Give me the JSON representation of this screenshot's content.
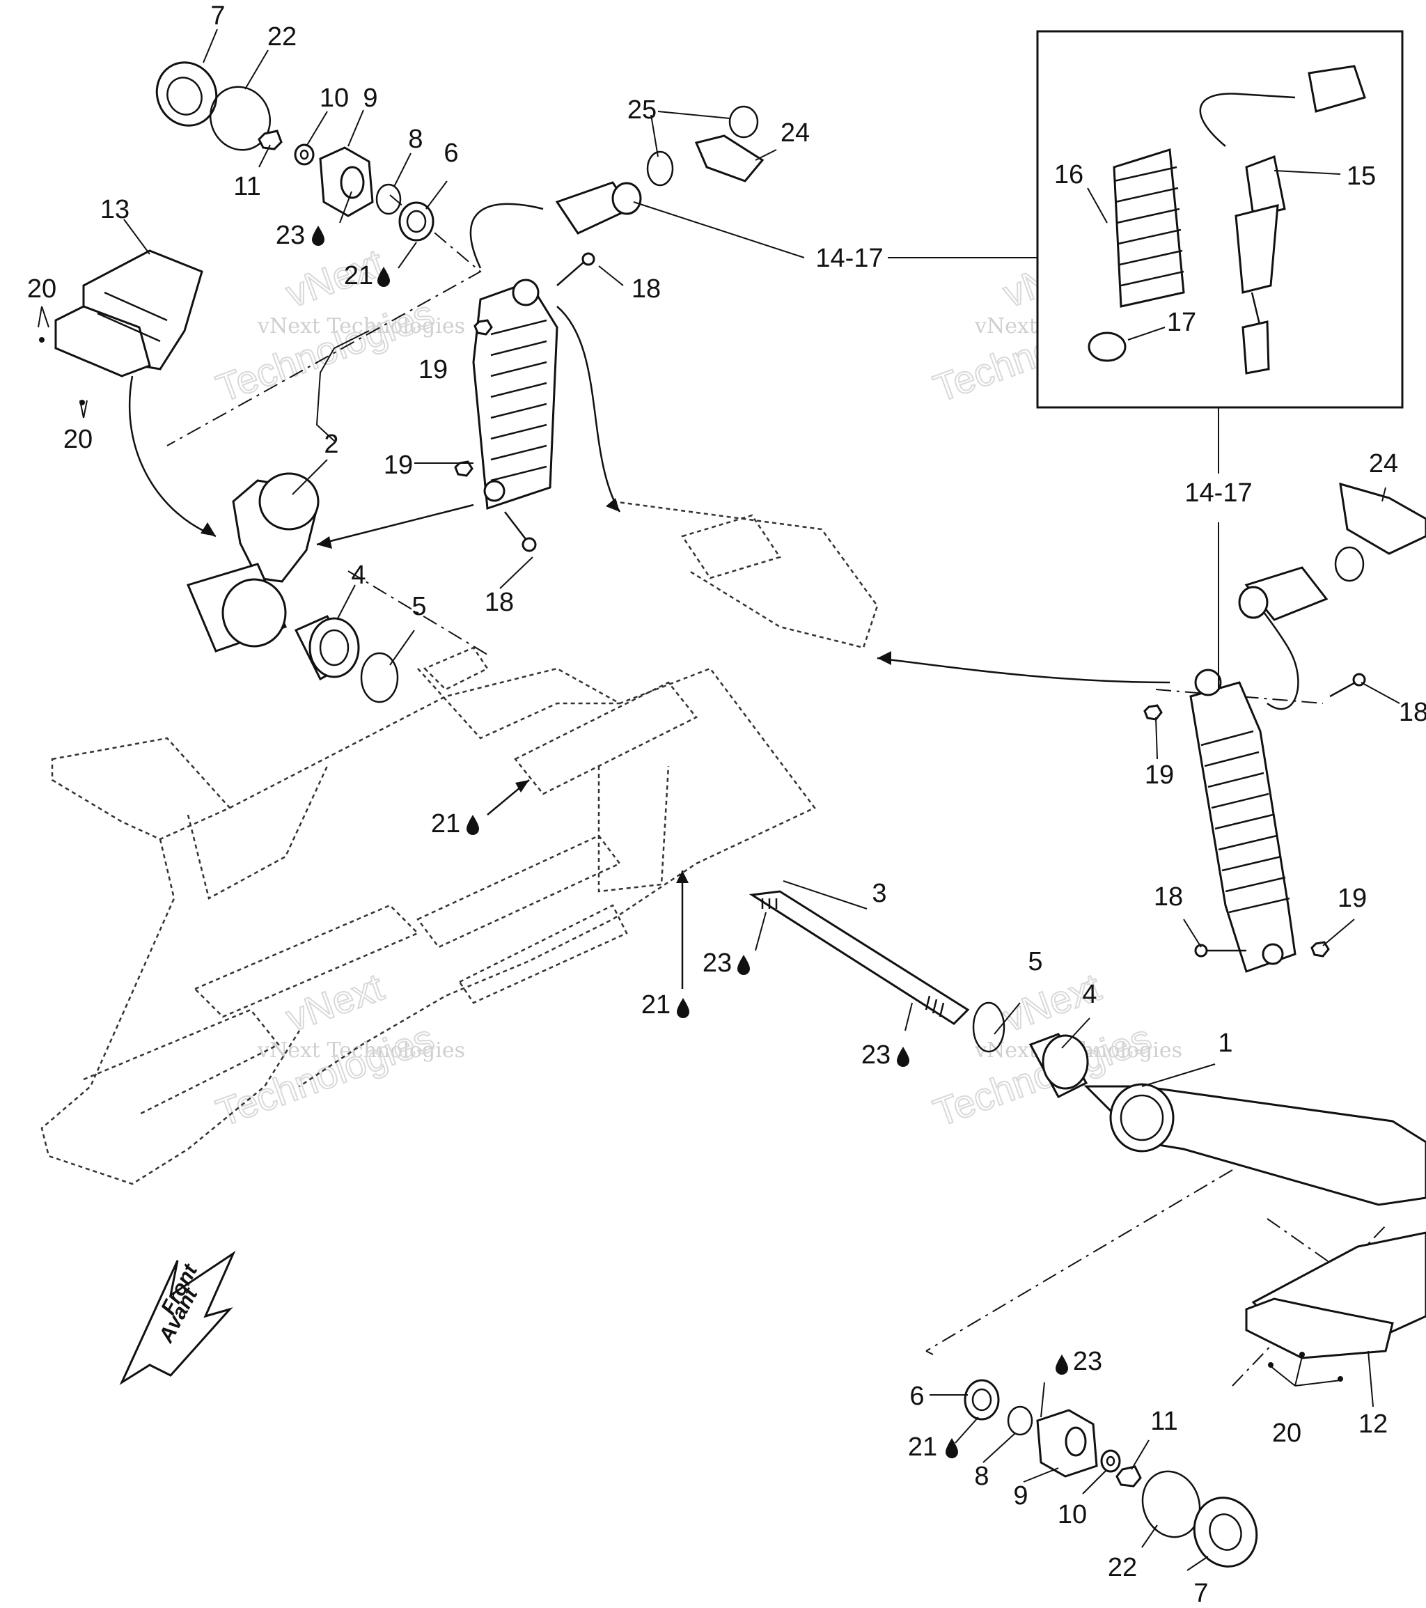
{
  "callouts": {
    "c7a": "7",
    "c22a": "22",
    "c10a": "10",
    "c9a": "9",
    "c11a": "11",
    "c8a": "8",
    "c6a": "6",
    "c23a": "23",
    "c21a": "21",
    "c13": "13",
    "c20a": "20",
    "c20b": "20",
    "c25": "25",
    "c24a": "24",
    "c14_17a": "14-17",
    "c18a": "18",
    "c19a": "19",
    "c2": "2",
    "c19b": "19",
    "c18b": "18",
    "c4a": "4",
    "c5a": "5",
    "c16": "16",
    "c15": "15",
    "c17": "17",
    "c14_17b": "14-17",
    "c24b": "24",
    "c18c": "18",
    "c19c": "19",
    "c21b": "21",
    "c3": "3",
    "c23b": "23",
    "c21c": "21",
    "c18d": "18",
    "c19d": "19",
    "c5b": "5",
    "c4b": "4",
    "c23c": "23",
    "c1": "1",
    "c6b": "6",
    "c23d": "23",
    "c21d": "21",
    "c8b": "8",
    "c9b": "9",
    "c11b": "11",
    "c10b": "10",
    "c20c": "20",
    "c12": "12",
    "c22b": "22",
    "c7b": "7"
  },
  "front_arrow": {
    "line1": "Front",
    "line2": "Avant"
  },
  "watermark": {
    "company": "vNext Technologies",
    "word1": "vNext",
    "word2": "Technologies"
  },
  "icons": {
    "lubricant": "oil-drop-icon"
  }
}
